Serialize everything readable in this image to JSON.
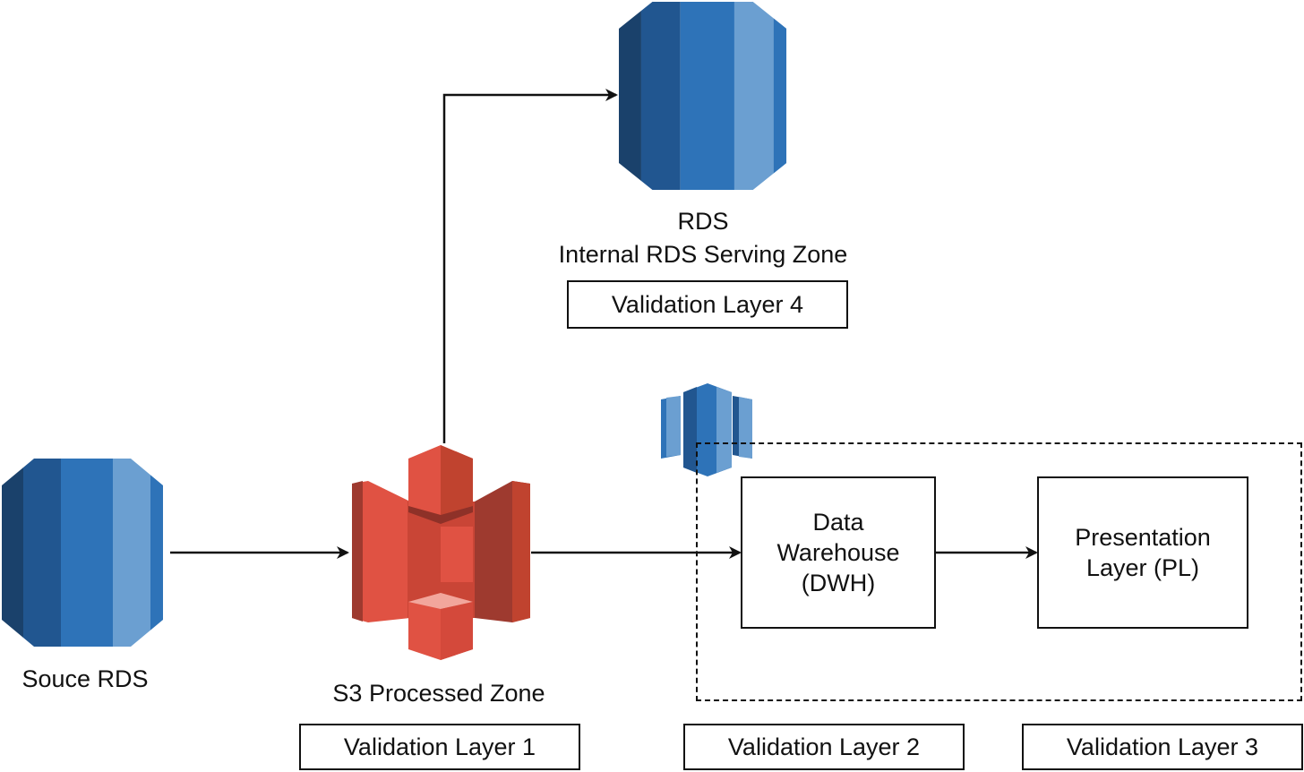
{
  "diagram": {
    "nodes": {
      "source_rds": {
        "label": "Souce RDS",
        "icon": "rds-database-icon"
      },
      "s3": {
        "label": "S3 Processed Zone",
        "icon": "s3-bucket-icon"
      },
      "internal_rds": {
        "title": "RDS",
        "label": "Internal RDS Serving Zone",
        "icon": "rds-database-icon"
      },
      "redshift": {
        "icon": "redshift-icon"
      },
      "dwh": {
        "label": "Data\nWarehouse\n(DWH)"
      },
      "pl": {
        "label": "Presentation\nLayer (PL)"
      }
    },
    "validation_layers": {
      "v1": "Validation Layer 1",
      "v2": "Validation Layer 2",
      "v3": "Validation Layer 3",
      "v4": "Validation Layer 4"
    },
    "edges": [
      {
        "from": "Souce RDS",
        "to": "S3 Processed Zone"
      },
      {
        "from": "S3 Processed Zone",
        "to": "Internal RDS Serving Zone"
      },
      {
        "from": "S3 Processed Zone",
        "to": "Data Warehouse (DWH)"
      },
      {
        "from": "Data Warehouse (DWH)",
        "to": "Presentation Layer (PL)"
      }
    ],
    "colors": {
      "rds_dark": "#1a416b",
      "rds_mid_dark": "#215690",
      "rds_main": "#2e73b8",
      "rds_light": "#6b9fd1",
      "s3_main": "#e05243",
      "s3_dark": "#9e3a2f",
      "s3_mid": "#c0432f",
      "s3_light": "#f2a69c"
    }
  }
}
